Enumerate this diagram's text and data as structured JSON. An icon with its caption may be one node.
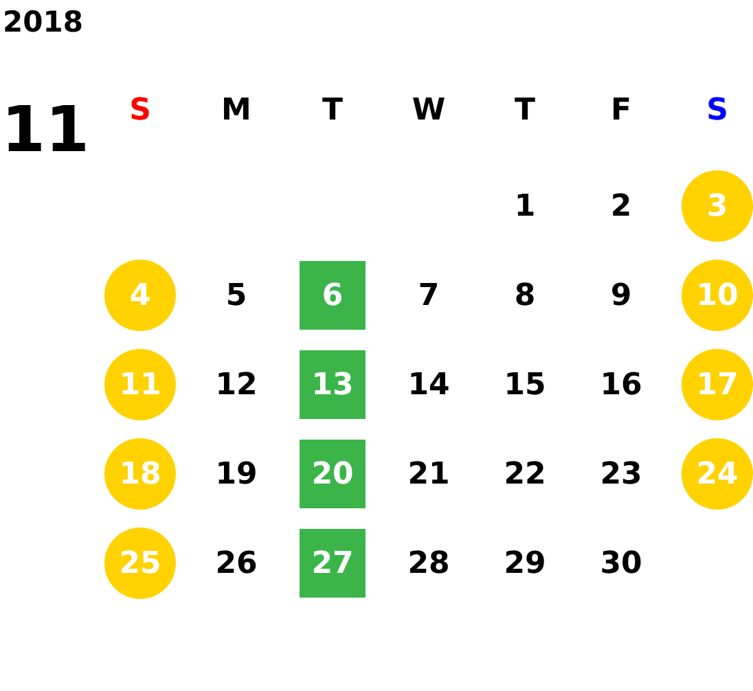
{
  "diagram": {
    "title": "2018",
    "nodes": [
      {
        "text": [
          "3"
        ]
      },
      {
        "text": [
          "4"
        ]
      },
      {
        "text": [
          "6"
        ]
      },
      {
        "text": [
          "10"
        ]
      },
      {
        "text": [
          "11"
        ]
      },
      {
        "text": [
          "13"
        ]
      },
      {
        "text": [
          "17"
        ]
      },
      {
        "text": [
          "18"
        ]
      },
      {
        "text": [
          "20"
        ]
      },
      {
        "text": [
          "24"
        ]
      },
      {
        "text": [
          "25"
        ]
      },
      {
        "text": [
          "27"
        ]
      }
    ],
    "labels": [
      "11",
      "S",
      "M",
      "T",
      "W",
      "T",
      "F",
      "S",
      "1",
      "2",
      "5",
      "7",
      "8",
      "9",
      "12",
      "14",
      "15",
      "16",
      "19",
      "21",
      "22",
      "23",
      "26",
      "28",
      "29",
      "30"
    ]
  }
}
